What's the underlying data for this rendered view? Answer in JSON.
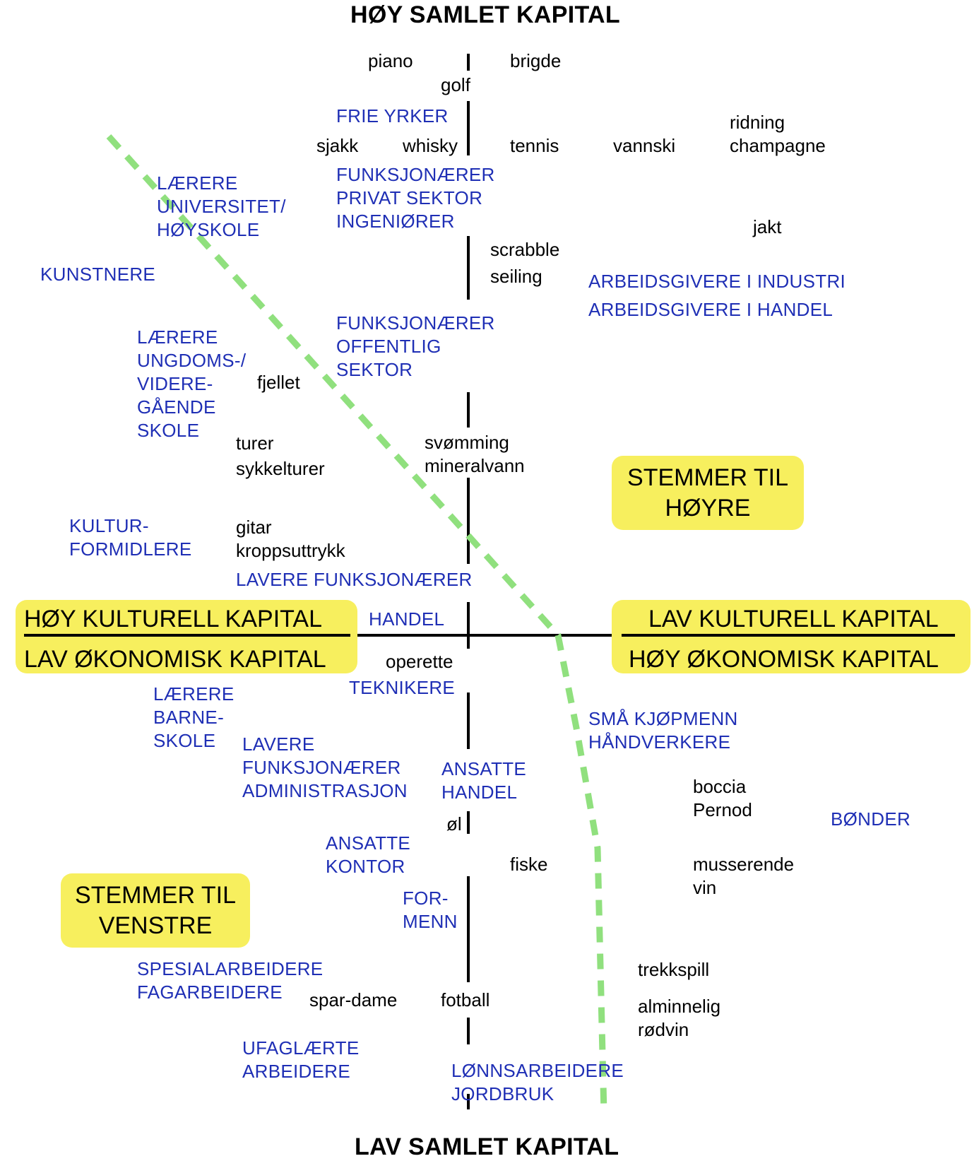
{
  "axes": {
    "top": "HØY SAMLET KAPITAL",
    "bottom": "LAV SAMLET KAPITAL",
    "left_top": "HØY KULTURELL KAPITAL",
    "left_bottom": "LAV ØKONOMISK KAPITAL",
    "right_top": "LAV KULTURELL KAPITAL",
    "right_bottom": "HØY ØKONOMISK KAPITAL"
  },
  "vote_boxes": {
    "right": "STEMMER TIL\nHØYRE",
    "left": "STEMMER TIL\nVENSTRE"
  },
  "occupations": {
    "frie_yrker": "FRIE YRKER",
    "laerere_univ": "LÆRERE\nUNIVERSITET/\nHØYSKOLE",
    "kunstnere": "KUNSTNERE",
    "funksj_privat": "FUNKSJONÆRER\nPRIVAT SEKTOR\nINGENIØRER",
    "arbeidsgivere_industri": "ARBEIDSGIVERE I INDUSTRI",
    "arbeidsgivere_handel": "ARBEIDSGIVERE I HANDEL",
    "funksj_offentlig": "FUNKSJONÆRER\nOFFENTLIG\nSEKTOR",
    "laerere_ungdom": "LÆRERE\nUNGDOMS-/\nVIDERE-\nGÅENDE\nSKOLE",
    "kulturformidlere": "KULTUR-\nFORMIDLERE",
    "lavere_funksj": "LAVERE FUNKSJONÆRER",
    "handel": "HANDEL",
    "teknikere": "TEKNIKERE",
    "laerere_barne": "LÆRERE\nBARNE-\nSKOLE",
    "lavere_funksj_adm": "LAVERE\nFUNKSJONÆRER\nADMINISTRASJON",
    "ansatte_handel": "ANSATTE\nHANDEL",
    "smaa_kjopmenn": "SMÅ KJØPMENN\nHÅNDVERKERE",
    "bonder": "BØNDER",
    "ansatte_kontor": "ANSATTE\nKONTOR",
    "formenn": "FOR-\nMENN",
    "spesialarbeidere": "SPESIALARBEIDERE\nFAGARBEIDERE",
    "ufaglaerte": "UFAGLÆRTE\nARBEIDERE",
    "lonnsarbeidere": "LØNNSARBEIDERE\nJORDBRUK"
  },
  "activities": {
    "piano": "piano",
    "brigde": "brigde",
    "golf": "golf",
    "ridning": "ridning\nchampagne",
    "sjakk": "sjakk",
    "whisky": "whisky",
    "tennis": "tennis",
    "vannski": "vannski",
    "jakt": "jakt",
    "scrabble": "scrabble",
    "seiling": "seiling",
    "fjellet": "fjellet",
    "turer": "turer",
    "sykkelturer": "sykkelturer",
    "svomming": "svømming\nmineralvann",
    "gitar": "gitar\nkroppsuttrykk",
    "operette": "operette",
    "boccia": "boccia\nPernod",
    "ol": "øl",
    "fiske": "fiske",
    "musserende": "musserende\nvin",
    "trekkspill": "trekkspill",
    "alminnelig": "alminnelig\nrødvin",
    "spar_dame": "spar-dame",
    "fotball": "fotball"
  },
  "colors": {
    "occupation_text": "#1f2fb5",
    "activity_text": "#000000",
    "box_fill": "#f7ef5e",
    "divider_line": "#90e07e"
  }
}
